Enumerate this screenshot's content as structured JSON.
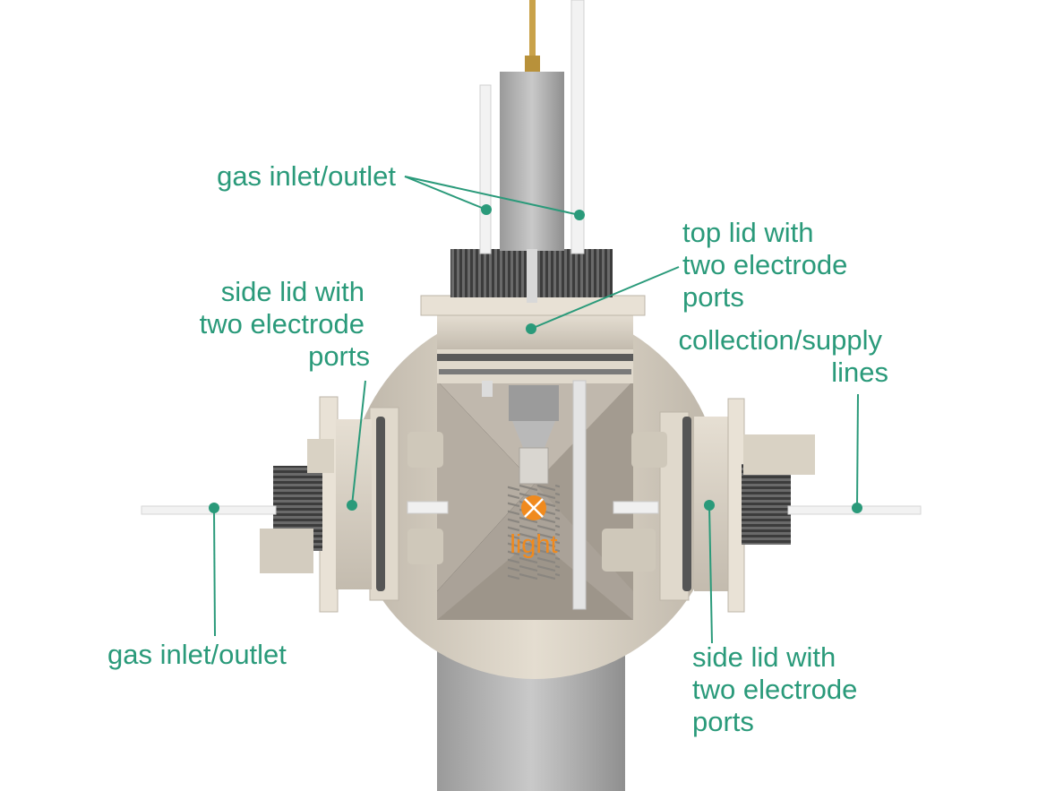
{
  "labels": {
    "gas_top": "gas inlet/outlet",
    "top_lid": [
      "top lid with",
      "two electrode",
      "ports"
    ],
    "side_lid_left": [
      "side lid with",
      "two electrode",
      "ports"
    ],
    "collection": [
      "collection/supply",
      "lines"
    ],
    "gas_bottom": "gas inlet/outlet",
    "side_lid_right": [
      "side lid with",
      "two electrode",
      "ports"
    ],
    "light": "light"
  },
  "colors": {
    "label": "#2a9a7a",
    "light": "#f08a1e",
    "body": "#d6cfc2",
    "interior": "#b3aba0",
    "metal": "#a9a9a9",
    "dark_rubber": "#4a4a4a"
  }
}
